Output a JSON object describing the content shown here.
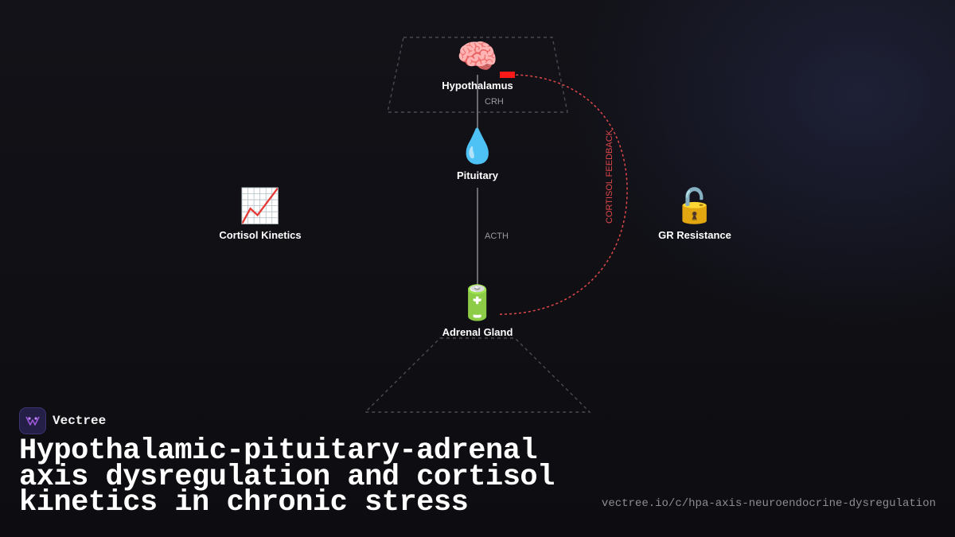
{
  "nodes": {
    "hypothalamus": {
      "emoji": "🧠",
      "label": "Hypothalamus",
      "icon": "brain-icon"
    },
    "pituitary": {
      "emoji": "💧",
      "label": "Pituitary",
      "icon": "droplet-icon"
    },
    "adrenal": {
      "emoji": "🔋",
      "label": "Adrenal Gland",
      "icon": "battery-icon"
    },
    "kinetics": {
      "emoji": "📈",
      "label": "Cortisol Kinetics",
      "icon": "chart-increasing-icon"
    },
    "resistance": {
      "emoji": "🔓",
      "label": "GR Resistance",
      "icon": "unlocked-padlock-icon"
    }
  },
  "edges": {
    "crh": "CRH",
    "acth": "ACTH",
    "feedback": "CORTISOL FEEDBACK"
  },
  "colors": {
    "feedback": "#e0484a",
    "inhibitor_marker": "#ff1a1a",
    "axis_line": "#6a6a72",
    "dashed_frame": "#4a4a52",
    "brand_accent": "#9b59d9"
  },
  "brand": {
    "name": "Vectree"
  },
  "title": "Hypothalamic-pituitary-adrenal axis dysregulation and cortisol kinetics in chronic stress",
  "url": "vectree.io/c/hpa-axis-neuroendocrine-dysregulation"
}
